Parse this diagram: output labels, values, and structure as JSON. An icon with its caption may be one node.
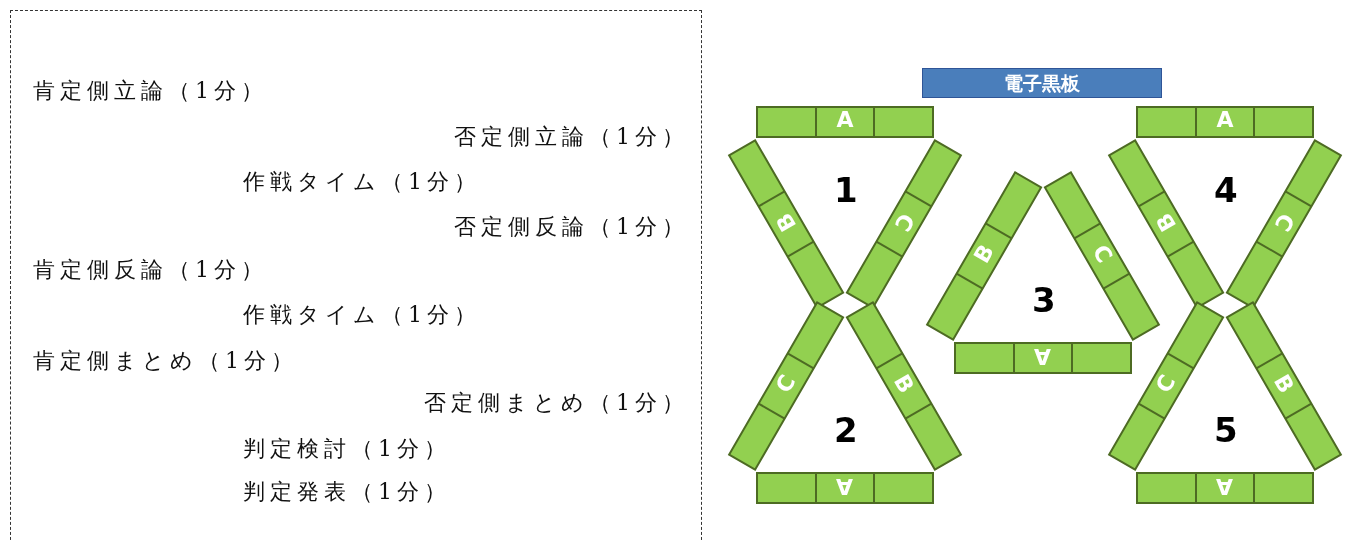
{
  "diagram": {
    "nodes": [
      {
        "text": [
          "肯定側立論（1分）",
          "否定側立論（1分）",
          "作戦タイム（1分）",
          "否定側反論（1分）",
          "肯定側反論（1分）",
          "作戦タイム（1分）",
          "肯定側まとめ（1分）",
          "否定側まとめ（1分）",
          "判定検討（1分）",
          "判定発表（1分）"
        ]
      },
      {
        "text": [
          "電子黒板"
        ]
      },
      {
        "text": [
          "A"
        ]
      },
      {
        "text": [
          "B"
        ]
      },
      {
        "text": [
          "C"
        ]
      },
      {
        "text": [
          "A"
        ]
      },
      {
        "text": [
          "B"
        ]
      },
      {
        "text": [
          "C"
        ]
      },
      {
        "text": [
          "B"
        ]
      },
      {
        "text": [
          "C"
        ]
      },
      {
        "text": [
          "A"
        ]
      },
      {
        "text": [
          "C"
        ]
      },
      {
        "text": [
          "B"
        ]
      },
      {
        "text": [
          "A"
        ]
      },
      {
        "text": [
          "C"
        ]
      },
      {
        "text": [
          "B"
        ]
      },
      {
        "text": [
          "A"
        ]
      }
    ],
    "edges": [],
    "labels": [
      "1",
      "4",
      "3",
      "2",
      "5"
    ]
  }
}
